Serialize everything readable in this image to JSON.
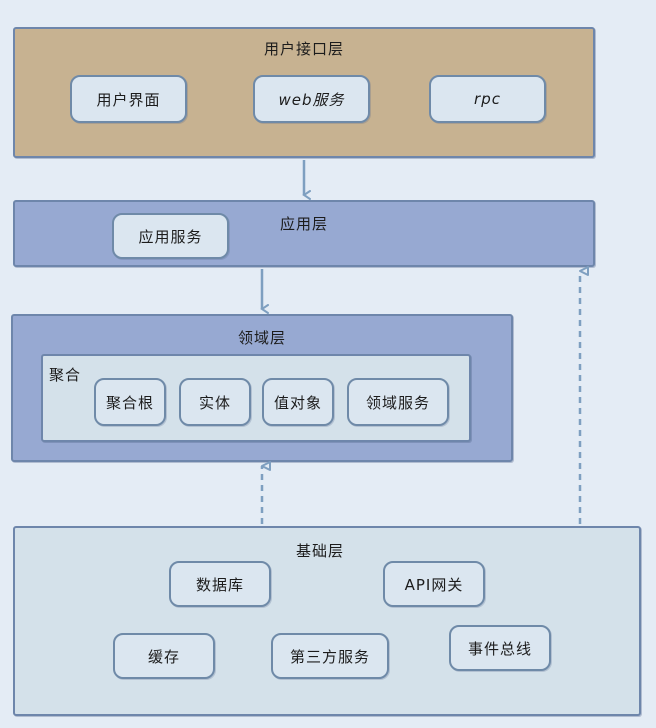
{
  "layers": {
    "user_interface": {
      "title": "用户接口层",
      "items": [
        "用户界面",
        "web服务",
        "rpc"
      ]
    },
    "application": {
      "title": "应用层",
      "items": [
        "应用服务"
      ]
    },
    "domain": {
      "title": "领域层",
      "aggregate": {
        "title": "聚合",
        "items": [
          "聚合根",
          "实体",
          "值对象",
          "领域服务"
        ]
      }
    },
    "infrastructure": {
      "title": "基础层",
      "items": [
        "数据库",
        "API网关",
        "缓存",
        "第三方服务",
        "事件总线"
      ]
    }
  },
  "colors": {
    "background": "#e4ecf5",
    "user_interface_fill": "#c7b291",
    "application_fill": "#97a9d2",
    "domain_fill": "#97a9d2",
    "aggregate_fill": "#d4e1ea",
    "infrastructure_fill": "#d4e1ea",
    "arrow": "#7e9fc0"
  }
}
